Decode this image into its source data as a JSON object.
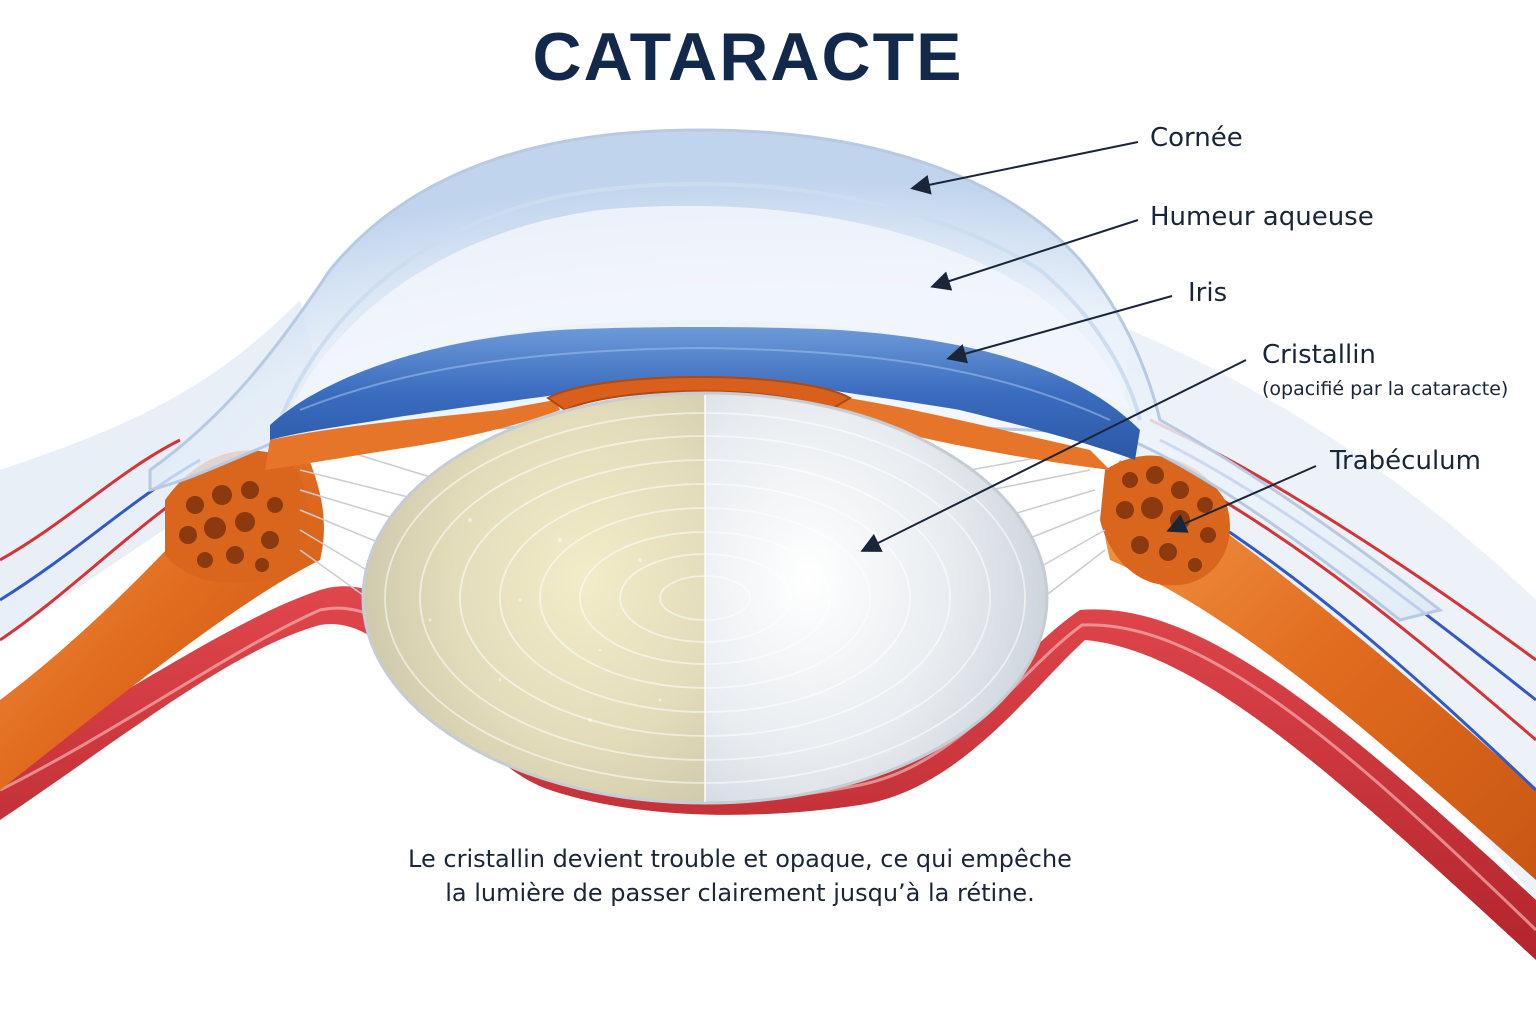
{
  "title": "CATARACTE",
  "labels": {
    "cornea": "Cornée",
    "aqueous": "Humeur aqueuse",
    "iris": "Iris",
    "lens": "Cristallin",
    "lens_note": "(opacifié par la cataracte)",
    "trabeculum": "Trabéculum"
  },
  "caption": {
    "line1": "Le cristallin devient trouble et opaque, ce qui empêche",
    "line2": "la lumière de passer clairement jusqu’à la rétine."
  },
  "colors": {
    "title": "#13294b",
    "text": "#1a2638",
    "cornea": "#cfe0f5",
    "iris": "#3f73c2",
    "muscle": "#e8782a",
    "retina": "#d5333a",
    "lens_cloudy": "#e7e1c2",
    "lens_clear": "#e6eaee"
  }
}
